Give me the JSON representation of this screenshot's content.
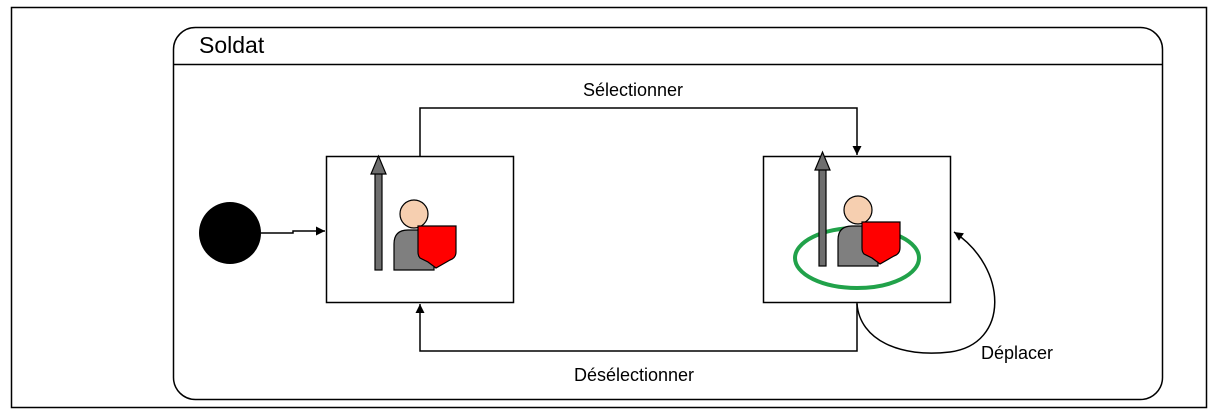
{
  "diagram": {
    "composite_state": {
      "name": "Soldat"
    },
    "transitions": {
      "select": "Sélectionner",
      "deselect": "Désélectionner",
      "move": "Déplacer"
    },
    "colors": {
      "line": "#000000",
      "initial_node": "#000000",
      "spear": "#6e6e6e",
      "soldier_body": "#7f7f7f",
      "soldier_head": "#f6cfb0",
      "shield": "#ff0000",
      "selection_ring": "#21a24a"
    },
    "icons": {
      "unit_icon": "soldier-with-spear-and-shield-icon"
    }
  }
}
